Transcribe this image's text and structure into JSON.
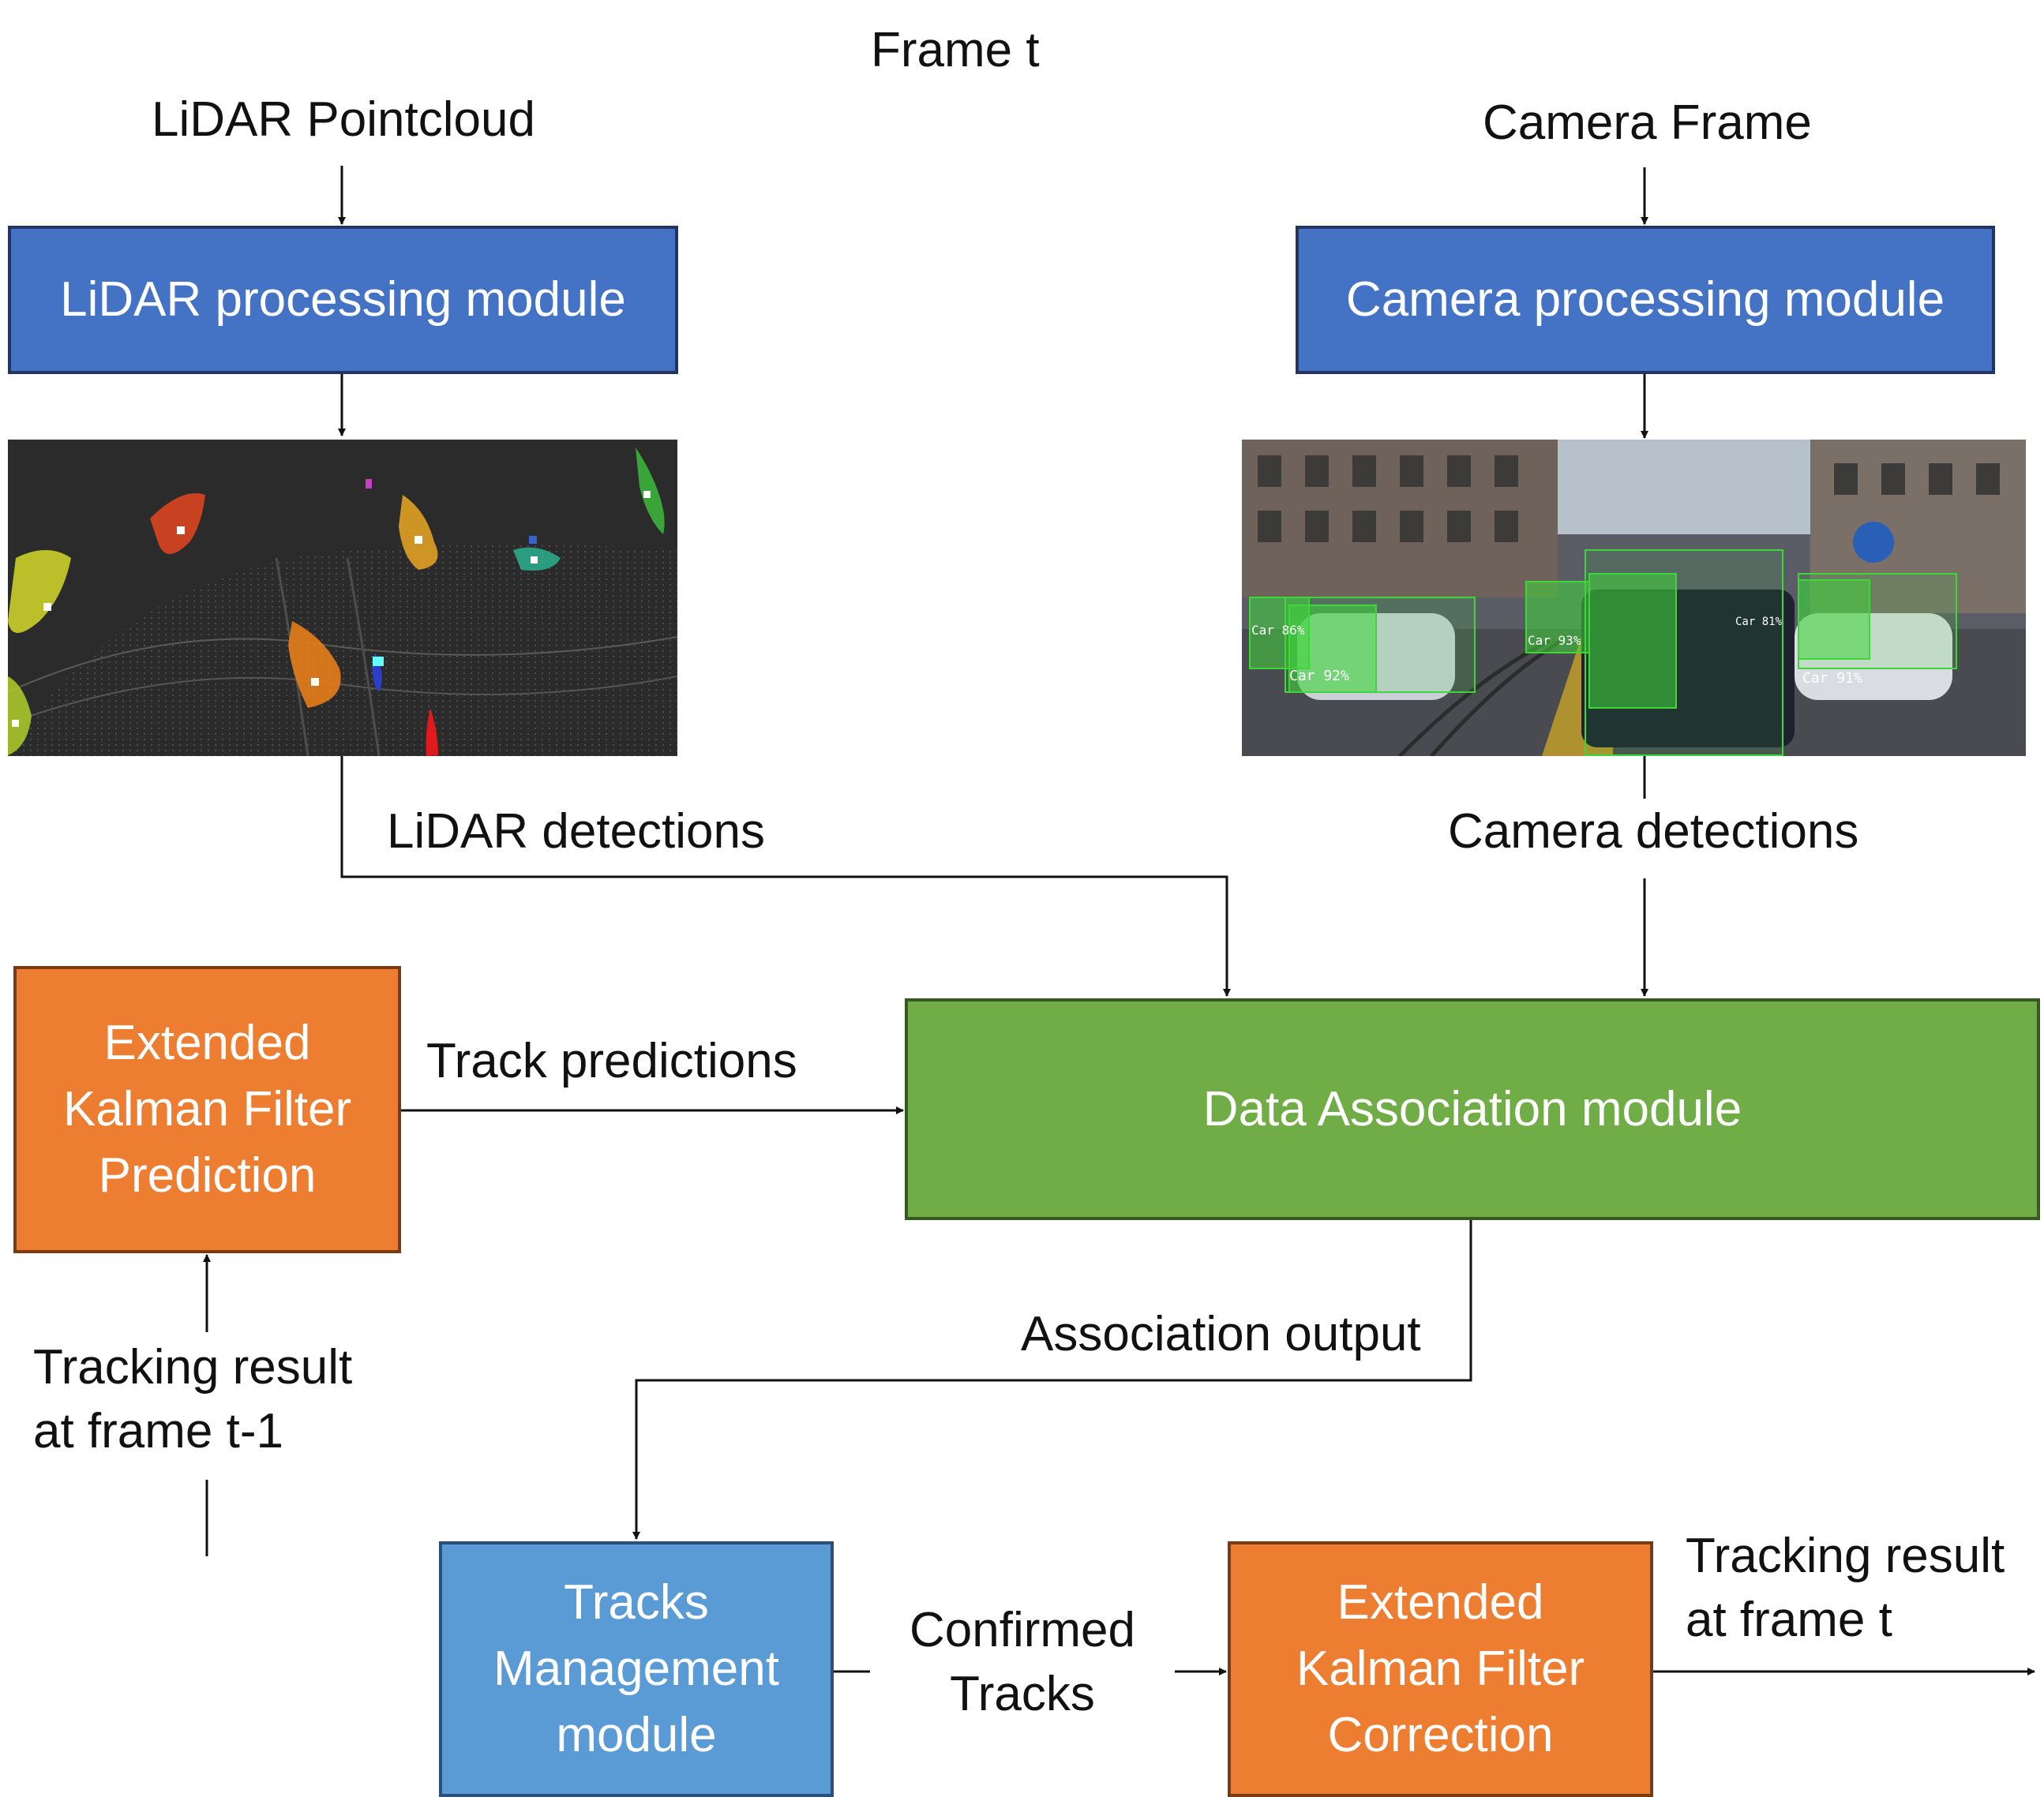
{
  "labels": {
    "frame_t": "Frame t",
    "lidar_pointcloud": "LiDAR Pointcloud",
    "camera_frame": "Camera Frame",
    "lidar_detections": "LiDAR detections",
    "camera_detections": "Camera detections",
    "track_predictions": "Track predictions",
    "association_output": "Association output",
    "tracking_prev_line1": "Tracking result",
    "tracking_prev_line2": "at frame t-1",
    "confirmed_line1": "Confirmed",
    "confirmed_line2": "Tracks",
    "tracking_out_line1": "Tracking result",
    "tracking_out_line2": "at frame t"
  },
  "boxes": {
    "lidar_module": "LiDAR processing module",
    "camera_module": "Camera processing module",
    "ekf_prediction": [
      "Extended",
      "Kalman Filter",
      "Prediction"
    ],
    "data_association": "Data Association module",
    "tracks_management": [
      "Tracks",
      "Management",
      "module"
    ],
    "ekf_correction": [
      "Extended",
      "Kalman Filter",
      "Correction"
    ]
  },
  "camera_detections_overlay": [
    {
      "label": "Car 86%"
    },
    {
      "label": "Car 92%"
    },
    {
      "label": "Car 93%"
    },
    {
      "label": "Car 81%"
    },
    {
      "label": "Car 91%"
    }
  ],
  "colors": {
    "lidar_box": "#4472c4",
    "camera_box": "#4472c4",
    "ekf_box": "#ed7d31",
    "association_box": "#70ad47",
    "tracks_box": "#5b9bd5",
    "detection_box": "#3fd63a"
  }
}
